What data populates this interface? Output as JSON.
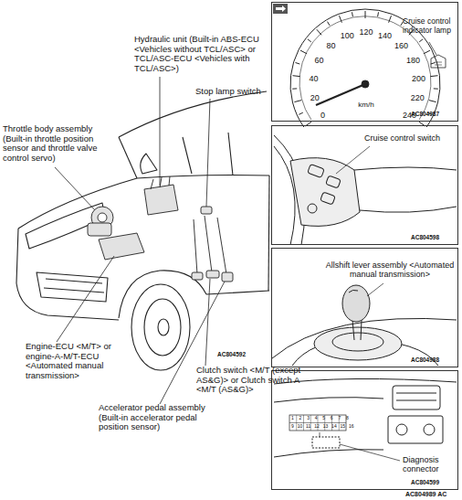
{
  "diagram": {
    "nodes": [
      {
        "text": [
          "0",
          "20",
          "40",
          "60",
          "80",
          "100",
          "120",
          "140",
          "160",
          "180",
          "200",
          "220",
          "240",
          "km/h",
          "Cruise control indicator lamp",
          "AC804987"
        ]
      },
      {
        "text": [
          "Cruise control switch",
          "AC804598"
        ]
      },
      {
        "text": [
          "Allshift lever assembly <Automated manual transmission>",
          "AC804988"
        ]
      },
      {
        "text": [
          "1 2 3 4 5 6 7 8",
          "9 10 11 12 13 14 15 16",
          "Diagnosis connector",
          "AC804599"
        ]
      }
    ],
    "labels": [
      "Hydraulic unit (Built-in ABS-ECU <Vehicles without TCL/ASC> or TCL/ASC-ECU <Vehicles with TCL/ASC>)",
      "Stop lamp switch",
      "Throttle body assembly (Built-in throttle position sensor and throttle valve control servo)",
      "Engine-ECU <M/T> or engine-A-M/T-ECU <Automated manual transmission>",
      "AC804592",
      "Clutch switch <M/T (except AS&G)> or Clutch switch A <M/T (AS&G)>",
      "Accelerator pedal assembly (Built-in accelerator pedal position sensor)",
      "AC804989 AC"
    ]
  }
}
